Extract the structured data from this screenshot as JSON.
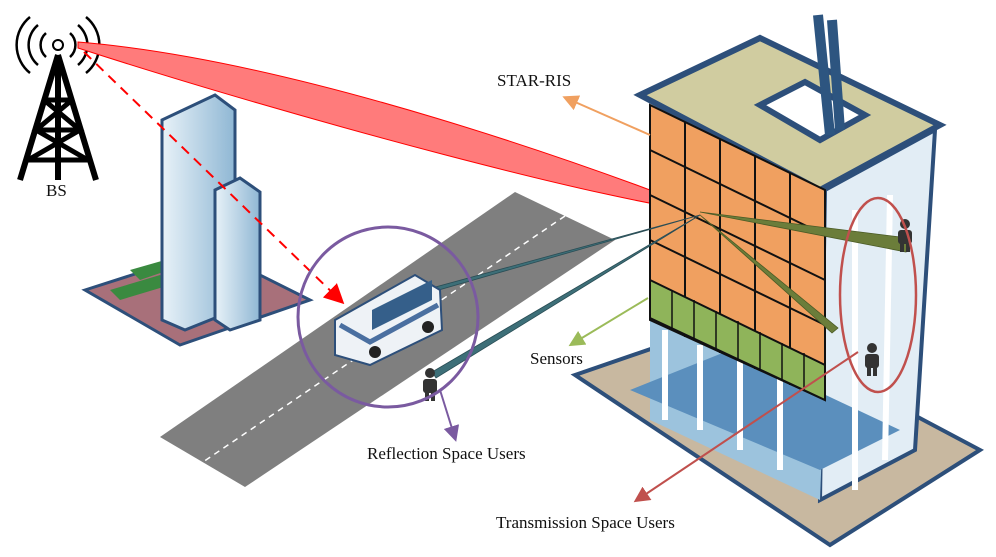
{
  "labels": {
    "bs": "BS",
    "star_ris": "STAR-RIS",
    "sensors": "Sensors",
    "reflection_users": "Reflection Space Users",
    "transmission_users": "Transmission Space Users"
  },
  "colors": {
    "beam_incident": "#ff6b6b",
    "beam_reflection": "#3d6f78",
    "beam_transmission": "#6b7d3a",
    "ris_panel": "#f0a060",
    "sensor_panel": "#8fb45a",
    "reflection_circle": "#7a5aa0",
    "transmission_ellipse": "#c0504d",
    "star_ris_arrow": "#f0a060",
    "sensors_arrow": "#9bbb59"
  }
}
